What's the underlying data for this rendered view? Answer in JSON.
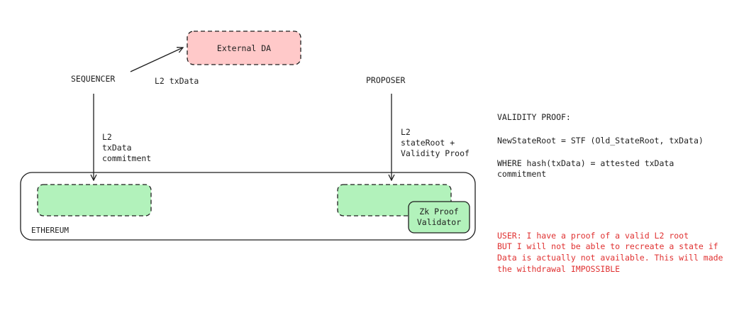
{
  "external_da": "External DA",
  "sequencer": "SEQUENCER",
  "l2_txdata": "L2 txData",
  "proposer": "PROPOSER",
  "seq_arrow_label": [
    "L2",
    "txData",
    "commitment"
  ],
  "prop_arrow_label": [
    "L2",
    "stateRoot +",
    "Validity Proof"
  ],
  "ethereum": "ETHEREUM",
  "zk_validator": [
    "Zk Proof",
    "Validator"
  ],
  "validity": {
    "title": "VALIDITY PROOF:",
    "formula": "NewStateRoot = STF (Old_StateRoot, txData)",
    "where": [
      "WHERE hash(txData) = attested txData",
      "commitment"
    ]
  },
  "user_note": [
    "USER: I have a proof of a valid L2 root",
    "BUT I will not be able to recreate a state if",
    "Data is actually not available. This will made",
    "the withdrawal IMPOSSIBLE"
  ],
  "colors": {
    "pink": "#ffc9c9",
    "green": "#b2f2bb",
    "red": "#e03131",
    "stroke": "#1e1e1e"
  }
}
